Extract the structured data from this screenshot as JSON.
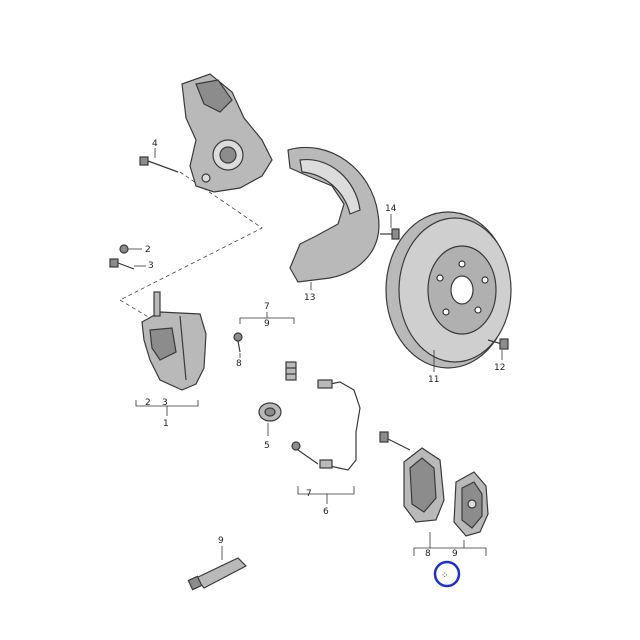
{
  "colors": {
    "part_fill": "#b9b9b9",
    "part_dark": "#8c8c8c",
    "part_light": "#dcdcdc",
    "line": "#3a3a3a",
    "highlight_circle": "#1a2fd6"
  },
  "callouts": {
    "c1": "1",
    "c2": "2",
    "c2b": "2",
    "c3": "3",
    "c3b": "3",
    "c4": "4",
    "c5": "5",
    "c6": "6",
    "c7a": "7",
    "c7b": "7",
    "c8": "8",
    "c9a": "9",
    "c9b": "9",
    "c9c": "9",
    "c11": "11",
    "c12": "12",
    "c13": "13",
    "c14": "14",
    "c8b": "8"
  }
}
